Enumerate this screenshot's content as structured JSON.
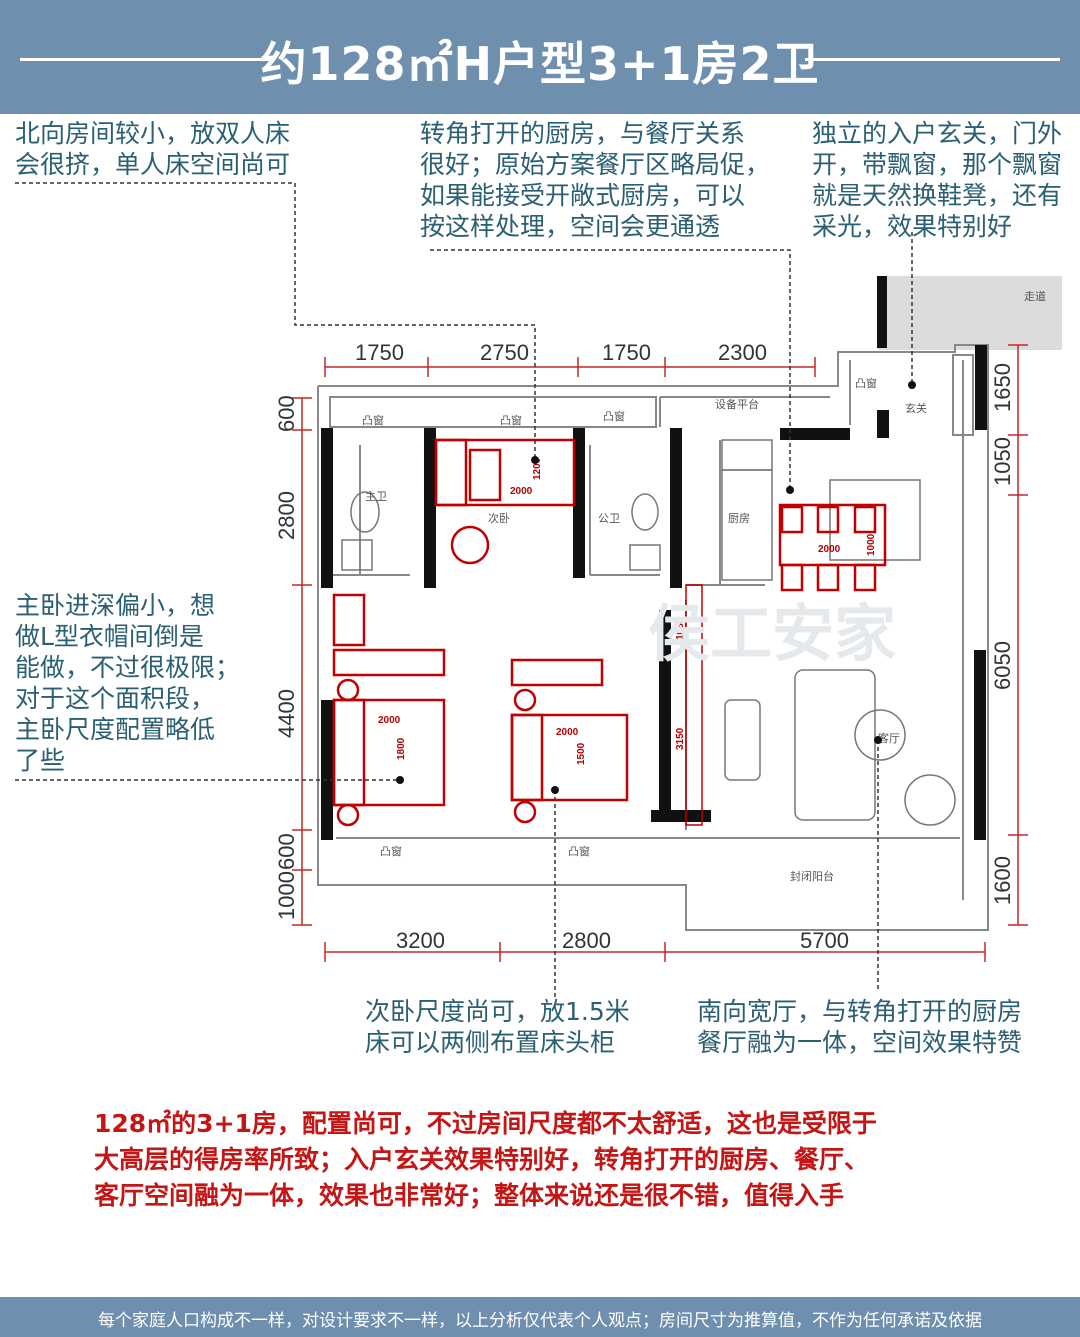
{
  "header": {
    "title": "约128㎡H户型3+1房2卫"
  },
  "notes": {
    "north_room": "北向房间较小，放双人床\n会很挤，单人床空间尚可",
    "kitchen": "转角打开的厨房，与餐厅关系\n很好；原始方案餐厅区略局促，\n如果能接受开敞式厨房，可以\n按这样处理，空间会更通透",
    "entrance": "独立的入户玄关，门外\n开，带飘窗，那个飘窗\n就是天然换鞋凳，还有\n采光，效果特别好",
    "master": "主卧进深偏小，想\n做L型衣帽间倒是\n能做，不过很极限；\n对于这个面积段，\n主卧尺度配置略低\n了些",
    "second_bedroom": "次卧尺度尚可，放1.5米\n床可以两侧布置床头柜",
    "living": "南向宽厅，与转角打开的厨房\n餐厅融为一体，空间效果特赞"
  },
  "summary": "128㎡的3+1房，配置尚可，不过房间尺度都不太舒适，这也是受限于\n大高层的得房率所致；入户玄关效果特别好，转角打开的厨房、餐厅、\n客厅空间融为一体，效果也非常好；整体来说还是很不错，值得入手",
  "footer": {
    "disclaimer": "每个家庭人口构成不一样，对设计要求不一样，以上分析仅代表个人观点；房间尺寸为推算值，不作为任何承诺及依据"
  },
  "dimensions": {
    "top": [
      "1750",
      "2750",
      "1750",
      "2300"
    ],
    "bottom": [
      "3200",
      "2800",
      "5700"
    ],
    "left": [
      "600",
      "2800",
      "4400",
      "600",
      "1000"
    ],
    "right": [
      "1650",
      "1050",
      "6050",
      "1600"
    ]
  },
  "room_labels": {
    "bay_window": "凸窗",
    "equipment_platform": "设备平台",
    "master_bath": "主卫",
    "second_bedroom": "次卧",
    "public_bath": "公卫",
    "kitchen": "厨房",
    "foyer": "玄关",
    "corridor": "走道",
    "living_room": "客厅",
    "enclosed_balcony": "封闭阳台"
  },
  "furniture": {
    "wardrobe_w": "2000",
    "wardrobe_d": "1200",
    "dining_w": "2000",
    "dining_d": "1000",
    "master_bed_w": "2000",
    "master_bed_d": "1800",
    "second_bed_w": "2000",
    "second_bed_d": "1500",
    "kitchen_gap": "1050",
    "living_depth": "3150"
  },
  "watermark": "侯工安家",
  "colors": {
    "header_bg": "#6f8fae",
    "note_text": "#2b5f73",
    "summary_text": "#c51616",
    "furniture_red": "#c00000"
  }
}
